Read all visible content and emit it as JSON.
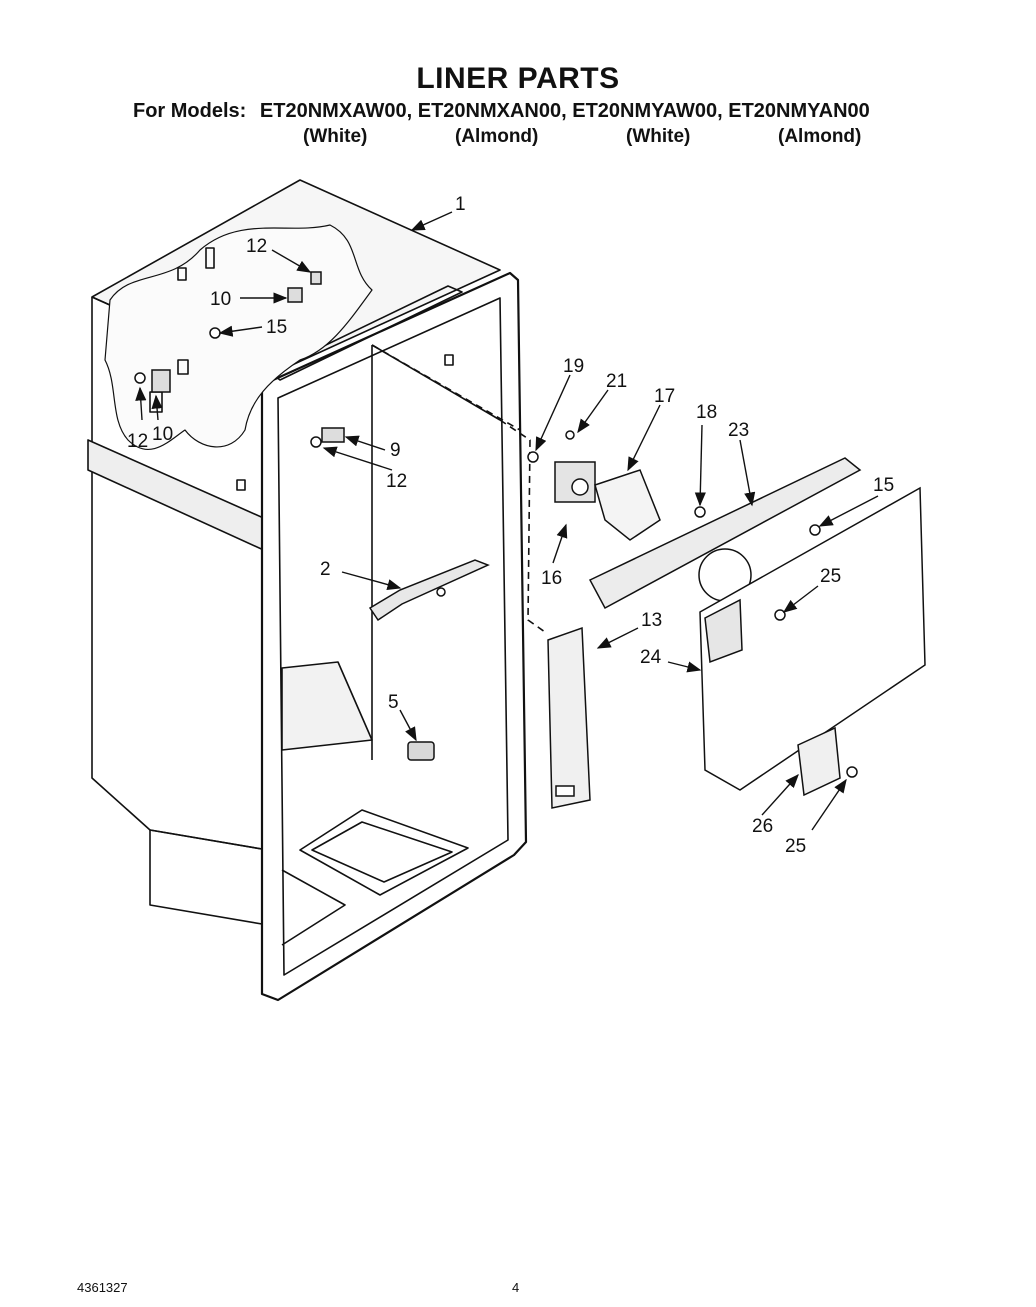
{
  "title": "LINER PARTS",
  "models_label": "For Models:",
  "models": [
    {
      "code": "ET20NMXAW00,",
      "color": "(White)"
    },
    {
      "code": "ET20NMXAN00,",
      "color": "(Almond)"
    },
    {
      "code": "ET20NMYAW00,",
      "color": "(White)"
    },
    {
      "code": "ET20NMYAN00",
      "color": "(Almond)"
    }
  ],
  "callouts": [
    "1",
    "12",
    "10",
    "15",
    "12",
    "10",
    "9",
    "12",
    "2",
    "5",
    "19",
    "21",
    "17",
    "18",
    "23",
    "15",
    "16",
    "25",
    "13",
    "24",
    "26",
    "25"
  ],
  "footer": {
    "doc_number": "4361327",
    "page_number": "4"
  }
}
